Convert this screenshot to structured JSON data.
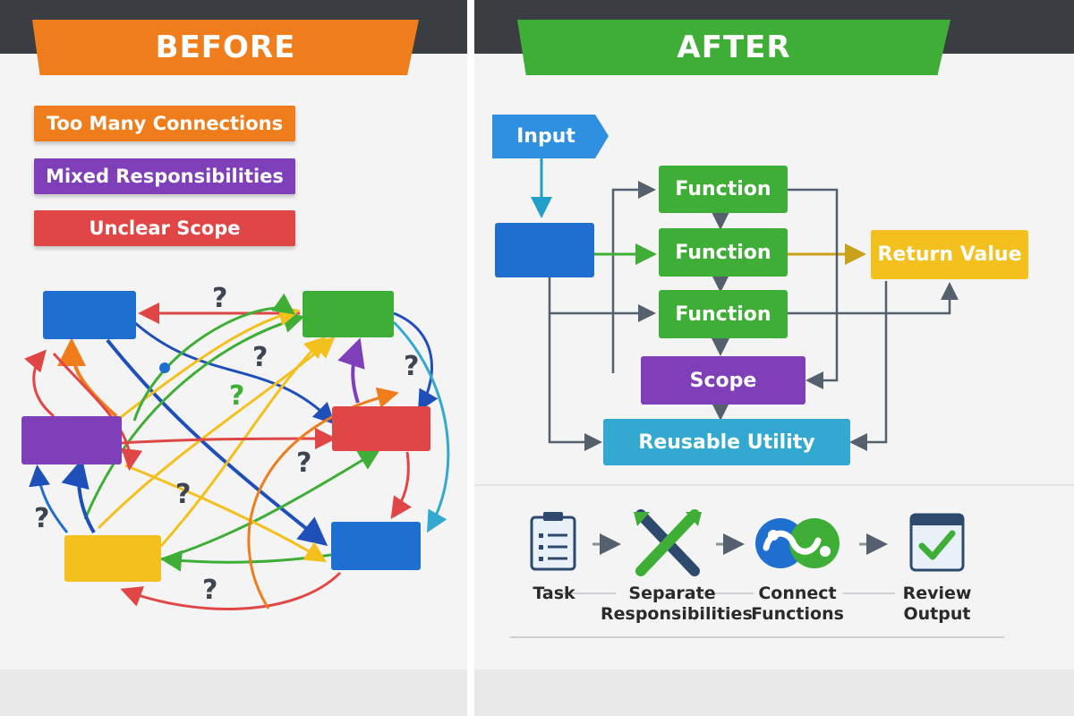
{
  "before": {
    "title": "BEFORE",
    "tags": [
      "Too Many Connections",
      "Mixed Responsibilities",
      "Unclear Scope"
    ],
    "question_mark": "?"
  },
  "after": {
    "title": "AFTER",
    "input": "Input",
    "function": "Function",
    "return_value": "Return Value",
    "scope": "Scope",
    "utility": "Reusable Utility",
    "steps": [
      {
        "line1": "Task",
        "line2": ""
      },
      {
        "line1": "Separate",
        "line2": "Responsibilities"
      },
      {
        "line1": "Connect",
        "line2": "Functions"
      },
      {
        "line1": "Review",
        "line2": "Output"
      }
    ]
  },
  "colors": {
    "orange": "#f07d1c",
    "purple": "#7e3fb8",
    "red": "#e04646",
    "green": "#3fae37",
    "blue": "#1f6fd1",
    "yellow": "#f4c01e",
    "teal": "#33a9d1",
    "arrow": "#3d4452"
  }
}
